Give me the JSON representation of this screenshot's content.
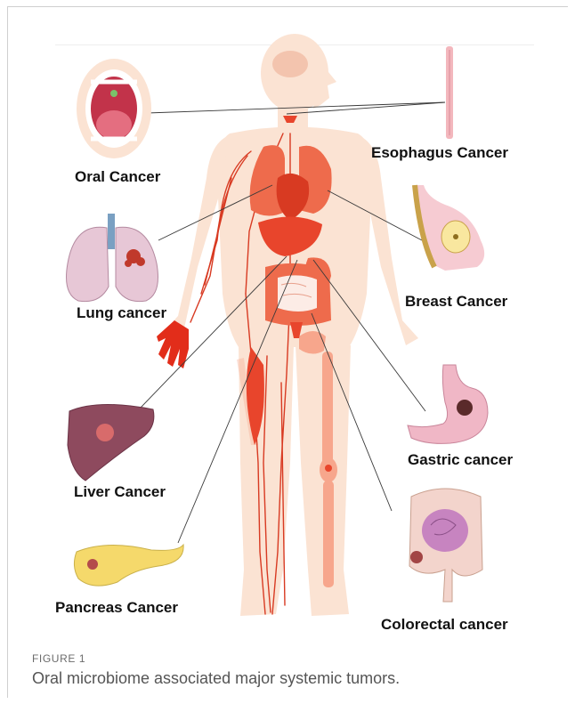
{
  "figure": {
    "labels": {
      "oral": "Oral Cancer",
      "esophagus": "Esophagus Cancer",
      "lung": "Lung cancer",
      "breast": "Breast Cancer",
      "liver": "Liver Cancer",
      "gastric": "Gastric cancer",
      "pancreas": "Pancreas Cancer",
      "colorectal": "Colorectal cancer"
    },
    "colors": {
      "body": "#fbe3d3",
      "organ_red": "#e8452c",
      "vessel": "#d83a22",
      "bone": "#f7a68c",
      "lung_tissue": "#e7c7d6",
      "tumor": "#c0392b",
      "liver": "#8e4a5e",
      "pancreas": "#f5d96b",
      "stomach": "#f0b7c6"
    }
  },
  "caption": {
    "label": "FIGURE 1",
    "text": "Oral microbiome associated major systemic tumors."
  }
}
